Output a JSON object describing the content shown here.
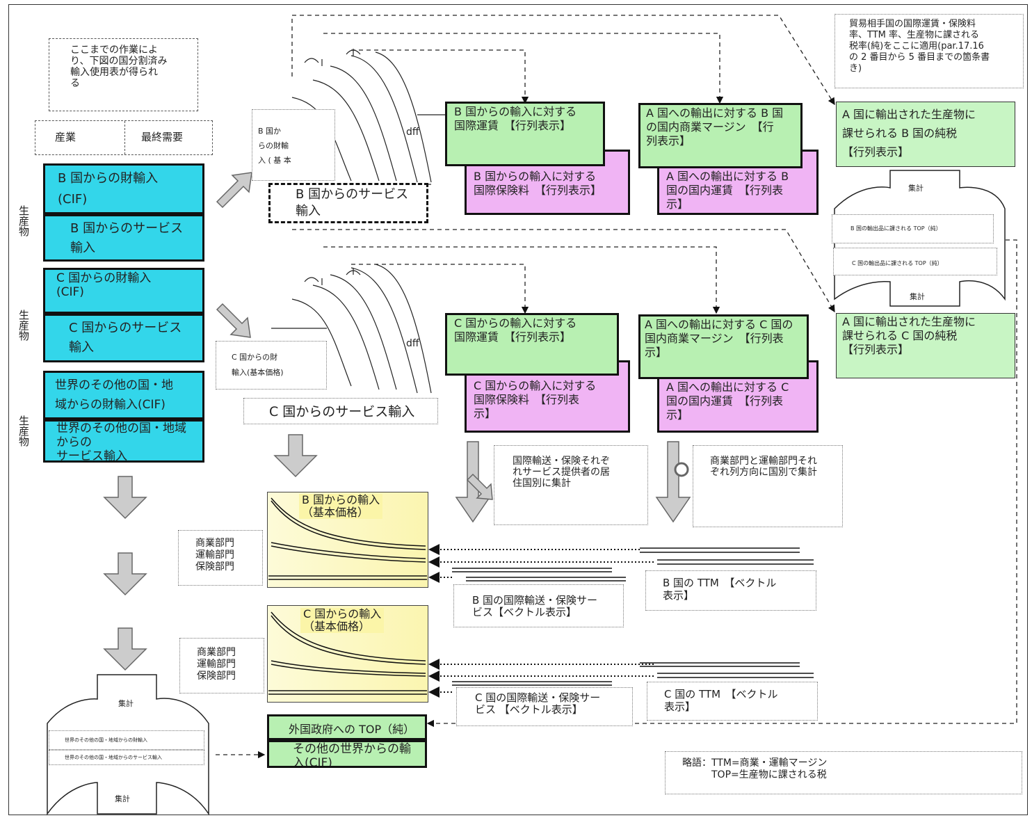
{
  "note_intro": "ここまでの作業によ\nり、下図の国分割済み\n輸入使用表が得られ\nる",
  "header_industry": "産業",
  "header_final_demand": "最終需要",
  "left": {
    "b_goods": "B 国からの財輸入\n(CIF)",
    "b_services": "B 国からのサービス\n輸入",
    "c_goods": "C 国からの財輸入\n(CIF)",
    "c_services": "C 国からのサービス\n輸入",
    "w_goods": "世界のその他の国・地\n域からの財輸入(CIF)",
    "w_services": "世界のその他の国・地域\nからの\nサービス輸入",
    "product_label": "生産物"
  },
  "b_goods_basic": "B 国か\nらの財輸\n入 ( 基 本",
  "b_services_import": "B 国からのサービス\n輸入",
  "c_goods_basic": "C 国からの財\n輸入(基本価格)",
  "c_services_import": "C 国からのサービス輸入",
  "dff": "dff",
  "b_freight": "B 国からの輸入に対する\n国際運賃　【行列表示】",
  "b_insurance": "B 国からの輸入に対する\n国際保険料　【行列表示】",
  "b_margin": "A 国への輸出に対する B 国\nの国内商業マージン　【行\n列表示】",
  "b_transport": "A 国への輸出に対する B\n国の国内運賃　【行列表\n示】",
  "c_freight": "C 国からの輸入に対する\n国際運賃　【行列表示】",
  "c_insurance": "C 国からの輸入に対する\n国際保険料　【行列表\n示】",
  "c_margin": "A 国への輸出に対する C 国の\n国内商業マージン　【行列表\n示】",
  "c_transport": "A 国への輸出に対する C\n国の国内運賃　【行列表\n示】",
  "note_top_right": "貿易相手国の国際運賃・保険料\n率、TTM 率、生産物に課される\n税率(純)をここに適用(par.17.16\nの 2 番目から 5 番目までの箇条書\nき)",
  "b_net_tax": "A 国に輸出された生産物に\n課せられる B 国の純税\n【行列表示】",
  "c_net_tax": "A 国に輸出された生産物に\n課せられる C 国の純税\n【行列表示】",
  "aggregate_label": "集計",
  "b_top_export": "B 国の輸出品に課される TOP（純）",
  "c_top_export": "C 国の輸出品に課される TOP（純）",
  "note_resident": "国際輸送・保険それぞ\nれサービス提供者の居\n住国別に集計",
  "note_sector": "商業部門と運輸部門それ\nぞれ列方向に国別で集計",
  "b_import_basic": "B 国からの輸入\n（基本価格）",
  "c_import_basic": "C 国からの輸入\n（基本価格）",
  "sectors": "商業部門\n運輸部門\n保険部門",
  "b_intl_service": "B 国の国際輸送・保険サー\nビス【ベクトル表示】",
  "c_intl_service": "C 国の国際輸送・保険サー\nビス 【ベクトル表示】",
  "b_ttm": "B 国の TTM　【ベクトル\n表示】",
  "c_ttm": "C 国の TTM　【ベクトル\n表示】",
  "world_goods_small": "世界のその他の国・地域からの財輸入",
  "world_services_small": "世界のその他の国・地域からのサービス輸入",
  "foreign_top": "外国政府への TOP（純）",
  "rest_world_cif": "その他の世界からの輸\n入(CIF)",
  "abbrev": "略語：TTM=商業・運輸マージン\n　　　TOP=生産物に課される税"
}
